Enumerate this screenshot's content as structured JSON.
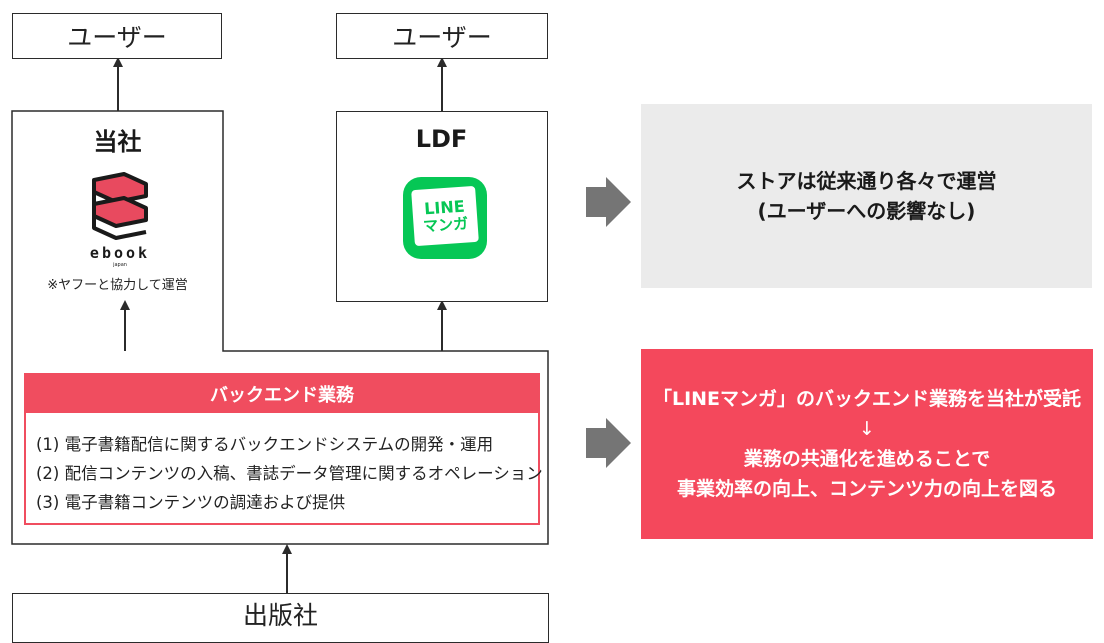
{
  "top_users": {
    "left_label": "ユーザー",
    "right_label": "ユーザー"
  },
  "company_box": {
    "title": "当社",
    "logo_word": "ebook",
    "logo_sub": "japan",
    "note": "※ヤフーと協力して運営"
  },
  "ldf_box": {
    "title": "LDF",
    "app_icon_line1": "LINE",
    "app_icon_line2": "マンガ"
  },
  "backend": {
    "header": "バックエンド業務",
    "items": [
      "(1)  電子書籍配信に関するバックエンドシステムの開発・運用",
      "(2)  配信コンテンツの入稿、書誌データ管理に関するオペレーション",
      "(3)  電子書籍コンテンツの調達および提供"
    ]
  },
  "publisher": {
    "label": "出版社"
  },
  "panels": {
    "store": {
      "line1": "ストアは従来通り各々で運営",
      "line2": "(ユーザーへの影響なし)"
    },
    "summary": {
      "line1": "「LINEマンガ」のバックエンド業務を当社が受託",
      "arrow": "↓",
      "line2": "業務の共通化を進めることで",
      "line3": "事業効率の向上、コンテンツ力の向上を図る"
    }
  },
  "colors": {
    "accent_red": "#f4485c",
    "line_green": "#06c755",
    "ebook_red": "#e84a5f",
    "panel_gray": "#ebebeb",
    "arrow_gray": "#757575"
  }
}
